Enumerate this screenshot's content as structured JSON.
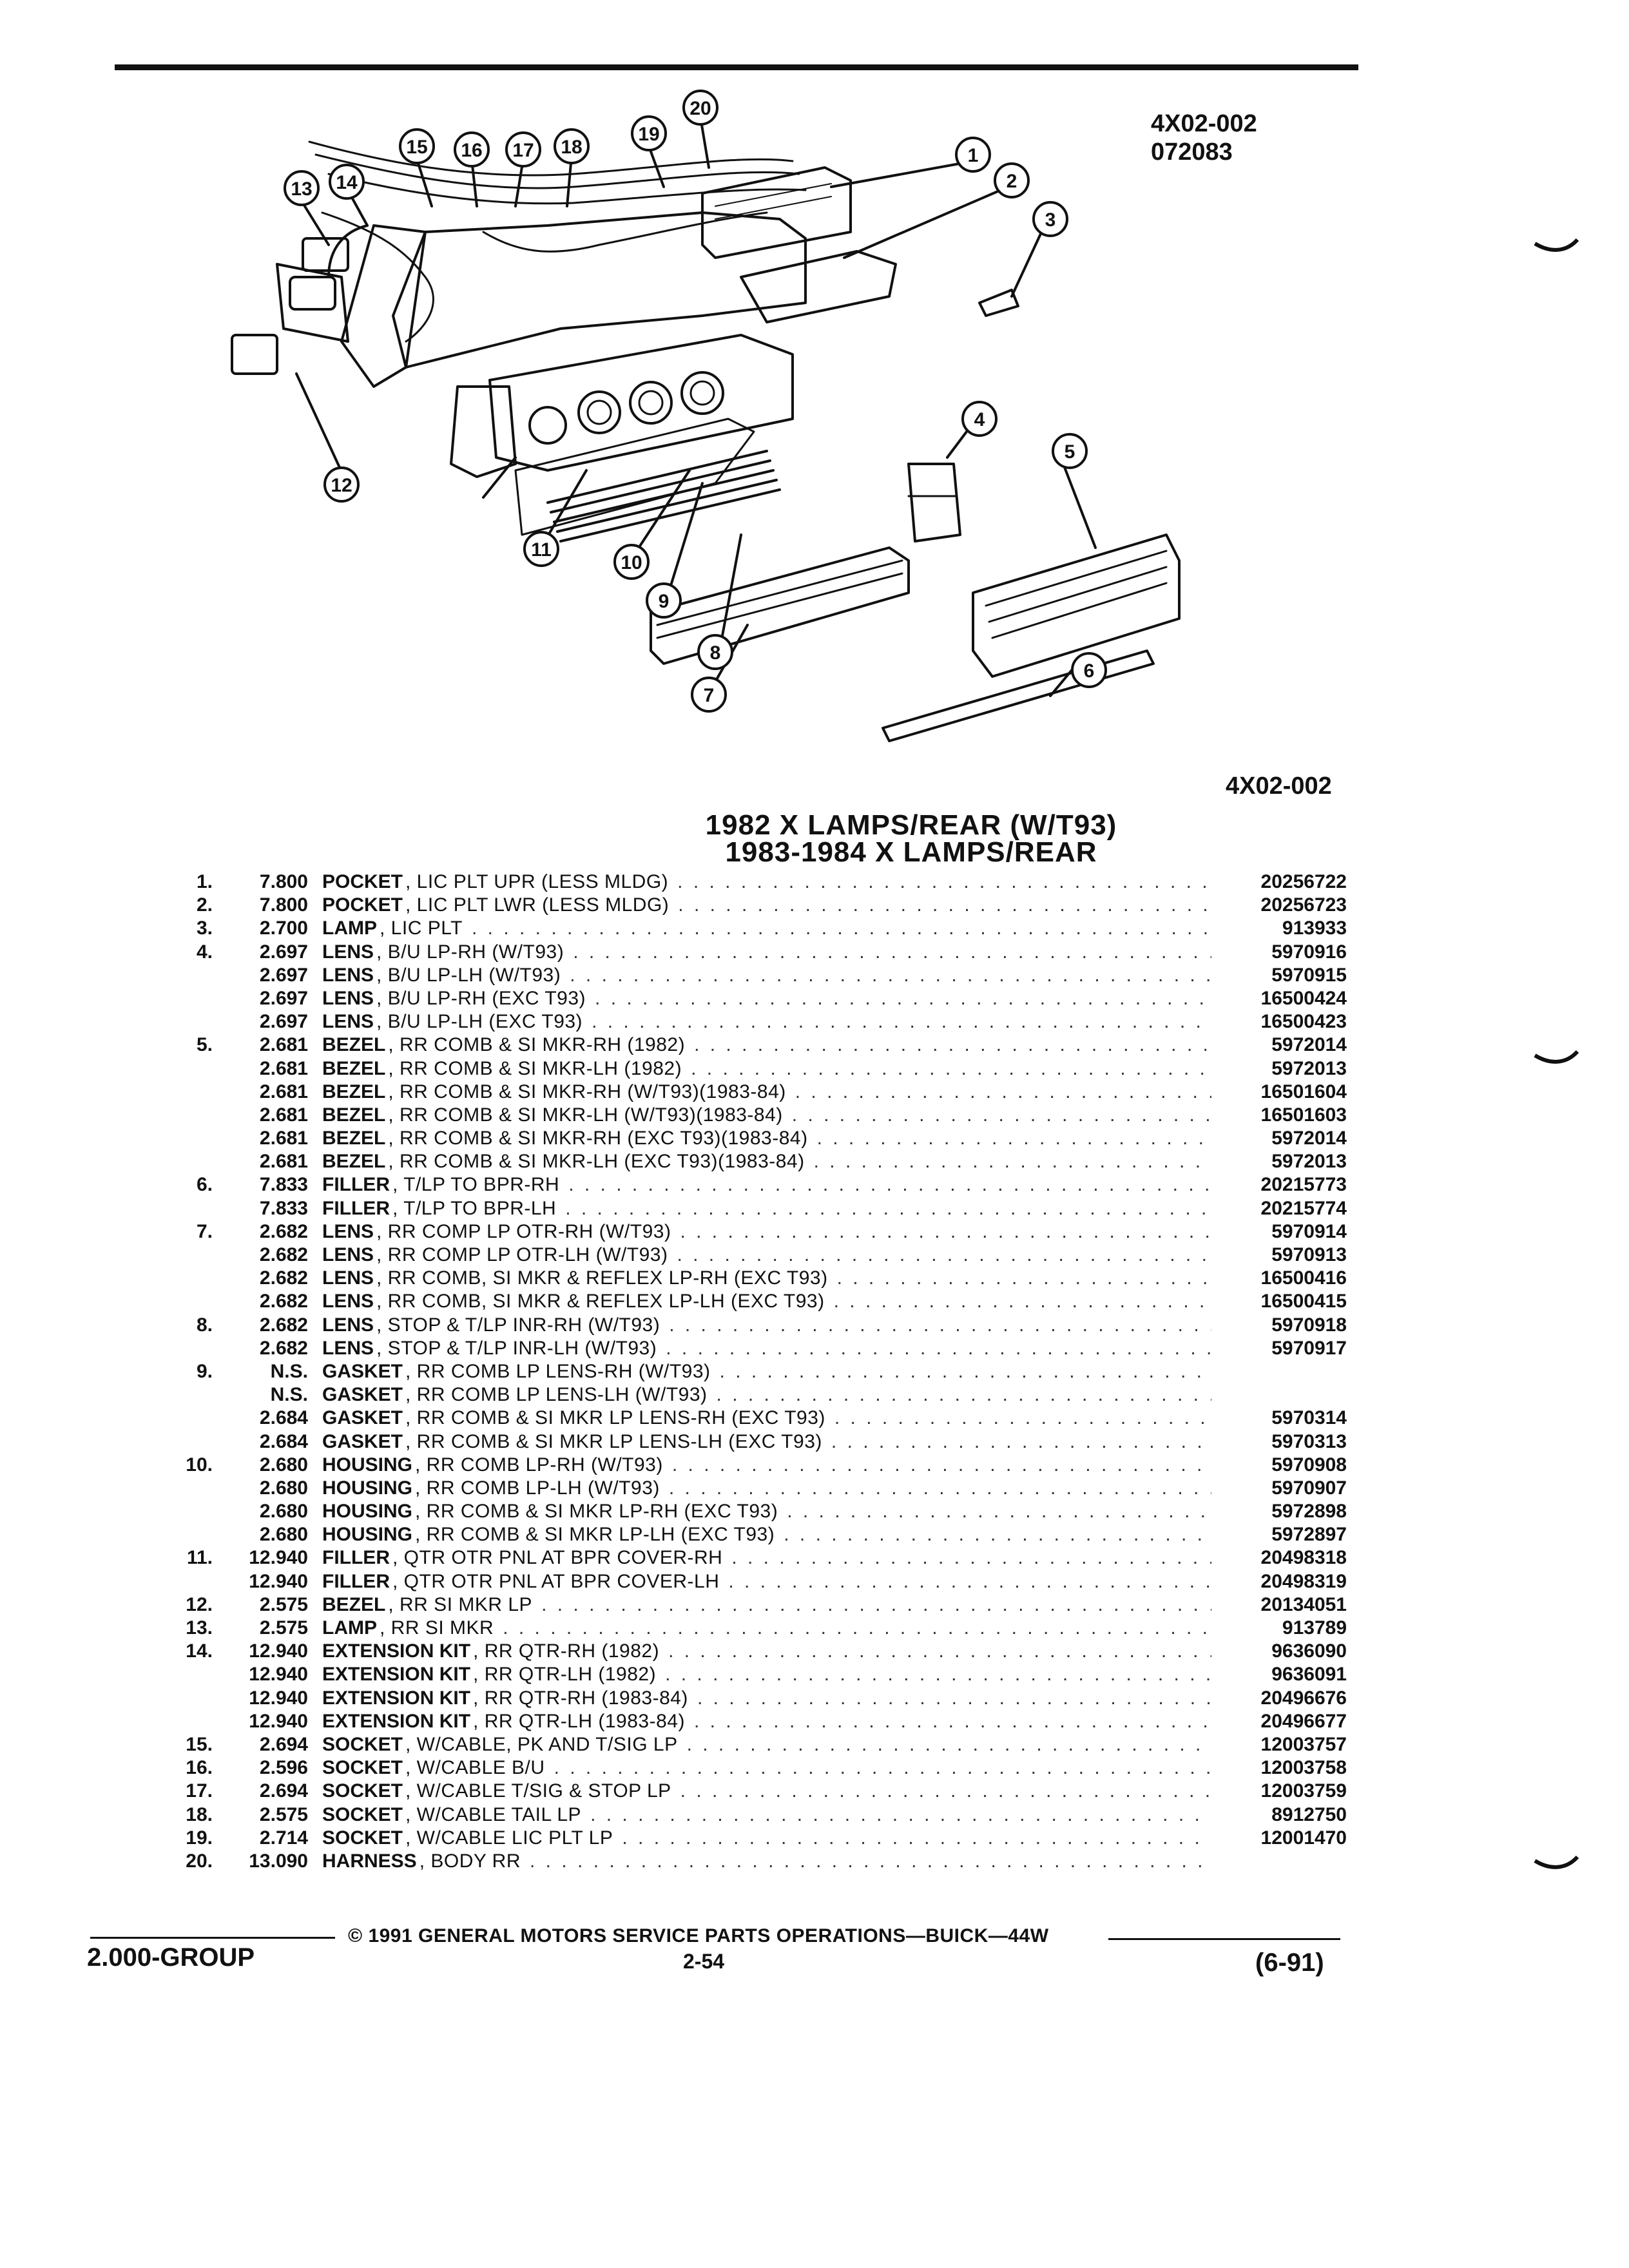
{
  "header": {
    "ref_code": "4X02-002",
    "ref_date": "072083"
  },
  "figure": {
    "ref_code": "4X02-002",
    "callouts": [
      "1",
      "2",
      "3",
      "4",
      "5",
      "6",
      "7",
      "8",
      "9",
      "10",
      "11",
      "12",
      "13",
      "14",
      "15",
      "16",
      "17",
      "18",
      "19",
      "20"
    ]
  },
  "section": {
    "title_line1": "1982 X LAMPS/REAR (W/T93)",
    "title_line2": "1983-1984 X LAMPS/REAR"
  },
  "parts": [
    {
      "item": "1.",
      "code": "7.800",
      "name": "POCKET",
      "desc": ", LIC PLT UPR (LESS MLDG)",
      "part": "20256722"
    },
    {
      "item": "2.",
      "code": "7.800",
      "name": "POCKET",
      "desc": ", LIC PLT LWR (LESS MLDG)",
      "part": "20256723"
    },
    {
      "item": "3.",
      "code": "2.700",
      "name": "LAMP",
      "desc": ", LIC PLT",
      "part": "913933"
    },
    {
      "item": "4.",
      "code": "2.697",
      "name": "LENS",
      "desc": ", B/U LP-RH (W/T93)",
      "part": "5970916"
    },
    {
      "item": "",
      "code": "2.697",
      "name": "LENS",
      "desc": ", B/U LP-LH (W/T93)",
      "part": "5970915"
    },
    {
      "item": "",
      "code": "2.697",
      "name": "LENS",
      "desc": ", B/U LP-RH (EXC T93)",
      "part": "16500424"
    },
    {
      "item": "",
      "code": "2.697",
      "name": "LENS",
      "desc": ", B/U LP-LH (EXC T93)",
      "part": "16500423"
    },
    {
      "item": "5.",
      "code": "2.681",
      "name": "BEZEL",
      "desc": ", RR COMB & SI MKR-RH (1982)",
      "part": "5972014"
    },
    {
      "item": "",
      "code": "2.681",
      "name": "BEZEL",
      "desc": ", RR COMB & SI MKR-LH (1982)",
      "part": "5972013"
    },
    {
      "item": "",
      "code": "2.681",
      "name": "BEZEL",
      "desc": ", RR COMB & SI MKR-RH (W/T93)(1983-84)",
      "part": "16501604"
    },
    {
      "item": "",
      "code": "2.681",
      "name": "BEZEL",
      "desc": ", RR COMB & SI MKR-LH (W/T93)(1983-84)",
      "part": "16501603"
    },
    {
      "item": "",
      "code": "2.681",
      "name": "BEZEL",
      "desc": ", RR COMB & SI MKR-RH (EXC T93)(1983-84)",
      "part": "5972014"
    },
    {
      "item": "",
      "code": "2.681",
      "name": "BEZEL",
      "desc": ", RR COMB & SI MKR-LH (EXC T93)(1983-84)",
      "part": "5972013"
    },
    {
      "item": "6.",
      "code": "7.833",
      "name": "FILLER",
      "desc": ", T/LP TO BPR-RH",
      "part": "20215773"
    },
    {
      "item": "",
      "code": "7.833",
      "name": "FILLER",
      "desc": ", T/LP TO BPR-LH",
      "part": "20215774"
    },
    {
      "item": "7.",
      "code": "2.682",
      "name": "LENS",
      "desc": ", RR COMP LP OTR-RH (W/T93)",
      "part": "5970914"
    },
    {
      "item": "",
      "code": "2.682",
      "name": "LENS",
      "desc": ", RR COMP LP OTR-LH (W/T93)",
      "part": "5970913"
    },
    {
      "item": "",
      "code": "2.682",
      "name": "LENS",
      "desc": ", RR COMB, SI MKR & REFLEX LP-RH (EXC T93)",
      "part": "16500416"
    },
    {
      "item": "",
      "code": "2.682",
      "name": "LENS",
      "desc": ", RR COMB, SI MKR & REFLEX LP-LH (EXC T93)",
      "part": "16500415"
    },
    {
      "item": "8.",
      "code": "2.682",
      "name": "LENS",
      "desc": ", STOP & T/LP INR-RH (W/T93)",
      "part": "5970918"
    },
    {
      "item": "",
      "code": "2.682",
      "name": "LENS",
      "desc": ", STOP & T/LP INR-LH (W/T93)",
      "part": "5970917"
    },
    {
      "item": "9.",
      "code": "N.S.",
      "name": "GASKET",
      "desc": ", RR COMB LP LENS-RH (W/T93)",
      "part": ""
    },
    {
      "item": "",
      "code": "N.S.",
      "name": "GASKET",
      "desc": ", RR COMB LP LENS-LH (W/T93)",
      "part": ""
    },
    {
      "item": "",
      "code": "2.684",
      "name": "GASKET",
      "desc": ", RR COMB & SI MKR LP LENS-RH (EXC T93)",
      "part": "5970314"
    },
    {
      "item": "",
      "code": "2.684",
      "name": "GASKET",
      "desc": ", RR COMB & SI MKR LP LENS-LH (EXC T93)",
      "part": "5970313"
    },
    {
      "item": "10.",
      "code": "2.680",
      "name": "HOUSING",
      "desc": ", RR COMB LP-RH (W/T93)",
      "part": "5970908"
    },
    {
      "item": "",
      "code": "2.680",
      "name": "HOUSING",
      "desc": ", RR COMB LP-LH (W/T93)",
      "part": "5970907"
    },
    {
      "item": "",
      "code": "2.680",
      "name": "HOUSING",
      "desc": ", RR COMB & SI MKR LP-RH (EXC T93)",
      "part": "5972898"
    },
    {
      "item": "",
      "code": "2.680",
      "name": "HOUSING",
      "desc": ", RR COMB & SI MKR LP-LH (EXC T93)",
      "part": "5972897"
    },
    {
      "item": "11.",
      "code": "12.940",
      "name": "FILLER",
      "desc": ", QTR OTR PNL AT BPR COVER-RH",
      "part": "20498318"
    },
    {
      "item": "",
      "code": "12.940",
      "name": "FILLER",
      "desc": ", QTR OTR PNL AT BPR COVER-LH",
      "part": "20498319"
    },
    {
      "item": "12.",
      "code": "2.575",
      "name": "BEZEL",
      "desc": ", RR SI MKR LP",
      "part": "20134051"
    },
    {
      "item": "13.",
      "code": "2.575",
      "name": "LAMP",
      "desc": ", RR SI MKR",
      "part": "913789"
    },
    {
      "item": "14.",
      "code": "12.940",
      "name": "EXTENSION KIT",
      "desc": ", RR QTR-RH (1982)",
      "part": "9636090"
    },
    {
      "item": "",
      "code": "12.940",
      "name": "EXTENSION KIT",
      "desc": ", RR QTR-LH (1982)",
      "part": "9636091"
    },
    {
      "item": "",
      "code": "12.940",
      "name": "EXTENSION KIT",
      "desc": ", RR QTR-RH (1983-84)",
      "part": "20496676"
    },
    {
      "item": "",
      "code": "12.940",
      "name": "EXTENSION KIT",
      "desc": ", RR QTR-LH (1983-84)",
      "part": "20496677"
    },
    {
      "item": "15.",
      "code": "2.694",
      "name": "SOCKET",
      "desc": ", W/CABLE, PK AND T/SIG LP",
      "part": "12003757"
    },
    {
      "item": "16.",
      "code": "2.596",
      "name": "SOCKET",
      "desc": ", W/CABLE B/U",
      "part": "12003758"
    },
    {
      "item": "17.",
      "code": "2.694",
      "name": "SOCKET",
      "desc": ", W/CABLE T/SIG & STOP LP",
      "part": "12003759"
    },
    {
      "item": "18.",
      "code": "2.575",
      "name": "SOCKET",
      "desc": ", W/CABLE TAIL LP",
      "part": "8912750"
    },
    {
      "item": "19.",
      "code": "2.714",
      "name": "SOCKET",
      "desc": ", W/CABLE LIC PLT LP",
      "part": "12001470"
    },
    {
      "item": "20.",
      "code": "13.090",
      "name": "HARNESS",
      "desc": ", BODY RR",
      "part": ""
    }
  ],
  "footer": {
    "copyright": "© 1991 GENERAL MOTORS SERVICE PARTS OPERATIONS—BUICK—44W",
    "group": "2.000-GROUP",
    "page": "2-54",
    "date": "(6-91)"
  }
}
